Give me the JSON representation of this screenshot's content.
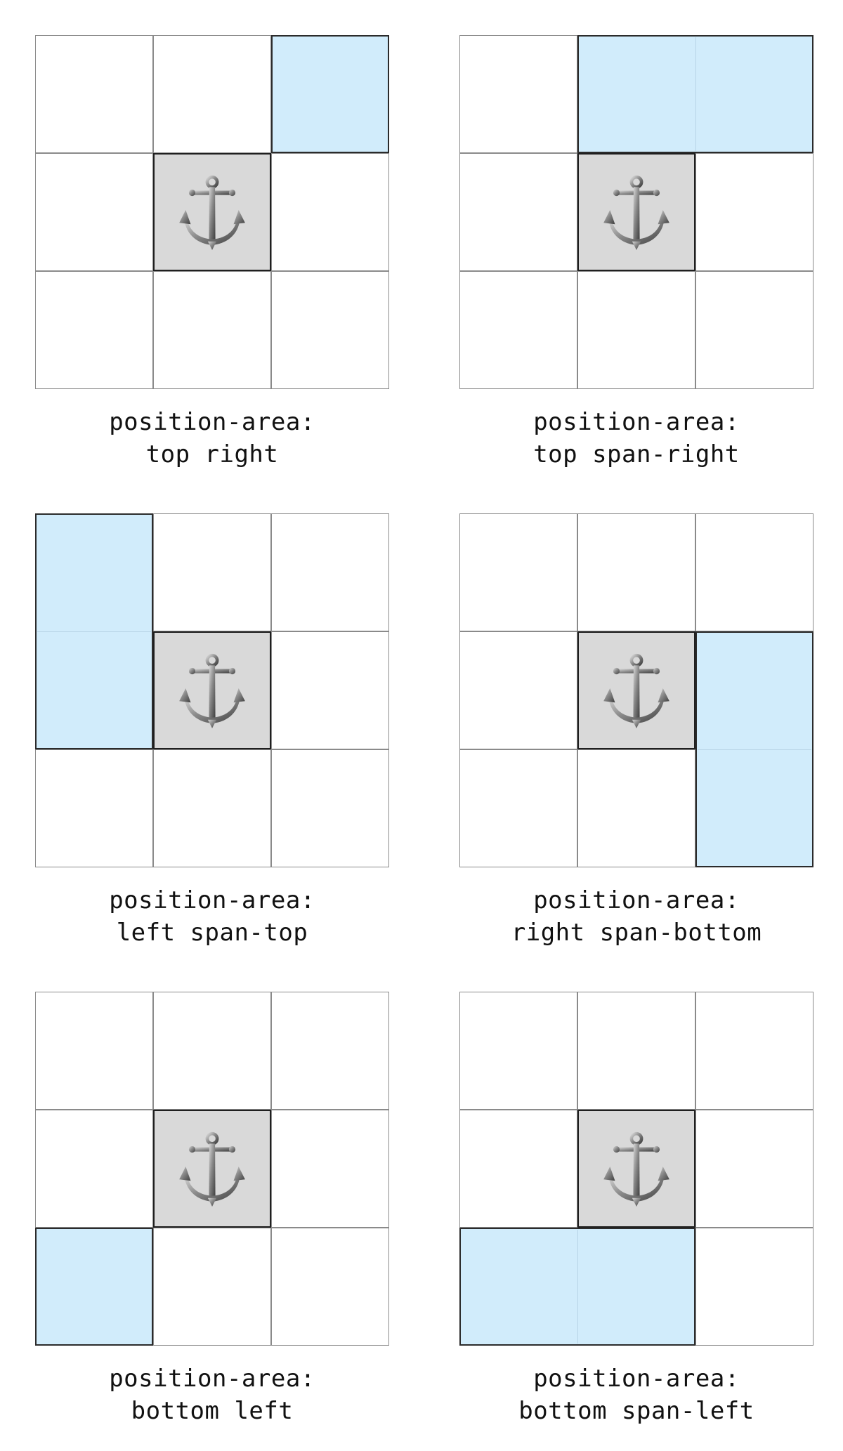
{
  "colors": {
    "highlight": "#d1ecfb",
    "anchor_fill": "#d9d9d9",
    "grid_line": "#8a8a8a",
    "border": "#1f1f1f"
  },
  "icon": "anchor-icon",
  "panels": [
    {
      "caption_line1": "position-area:",
      "caption_line2": "top right",
      "highlight": {
        "rows": [
          0
        ],
        "cols": [
          2
        ]
      }
    },
    {
      "caption_line1": "position-area:",
      "caption_line2": "top span-right",
      "highlight": {
        "rows": [
          0
        ],
        "cols": [
          1,
          2
        ]
      }
    },
    {
      "caption_line1": "position-area:",
      "caption_line2": "left span-top",
      "highlight": {
        "rows": [
          0,
          1
        ],
        "cols": [
          0
        ]
      }
    },
    {
      "caption_line1": "position-area:",
      "caption_line2": "right span-bottom",
      "highlight": {
        "rows": [
          1,
          2
        ],
        "cols": [
          2
        ]
      }
    },
    {
      "caption_line1": "position-area:",
      "caption_line2": "bottom left",
      "highlight": {
        "rows": [
          2
        ],
        "cols": [
          0
        ]
      }
    },
    {
      "caption_line1": "position-area:",
      "caption_line2": "bottom span-left",
      "highlight": {
        "rows": [
          2
        ],
        "cols": [
          0,
          1
        ]
      }
    }
  ]
}
